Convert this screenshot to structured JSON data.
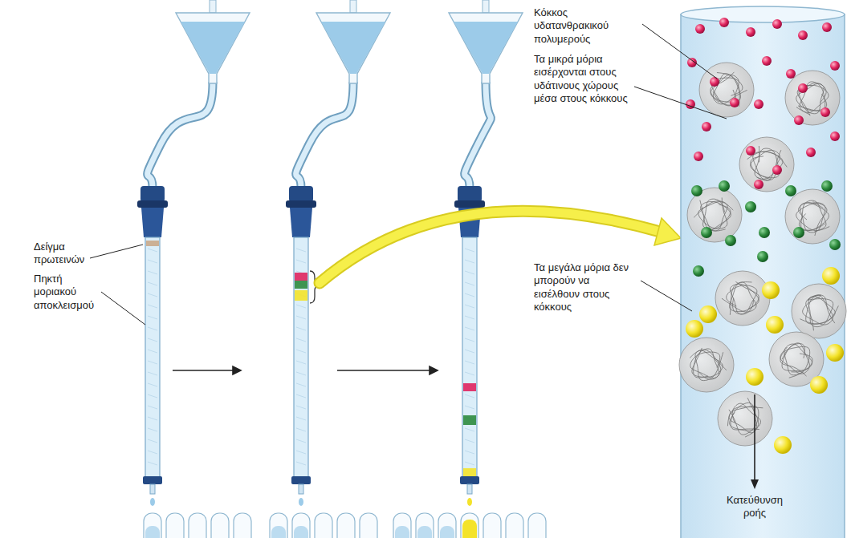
{
  "diagram": {
    "labels": [
      "Κόκκος υδατανθρακικού πολυμερούς",
      "Τα μικρά μόρια εισέρχονται στους υδάτινους χώρους μέσα στους κόκκους",
      "Δείγμα πρωτεινών",
      "Πηκτή μοριακού αποκλεισμού",
      "Τα μεγάλα μόρια δεν μπορούν να εισέλθουν στους κόκκους",
      "Κατεύθυνση ροής"
    ]
  }
}
